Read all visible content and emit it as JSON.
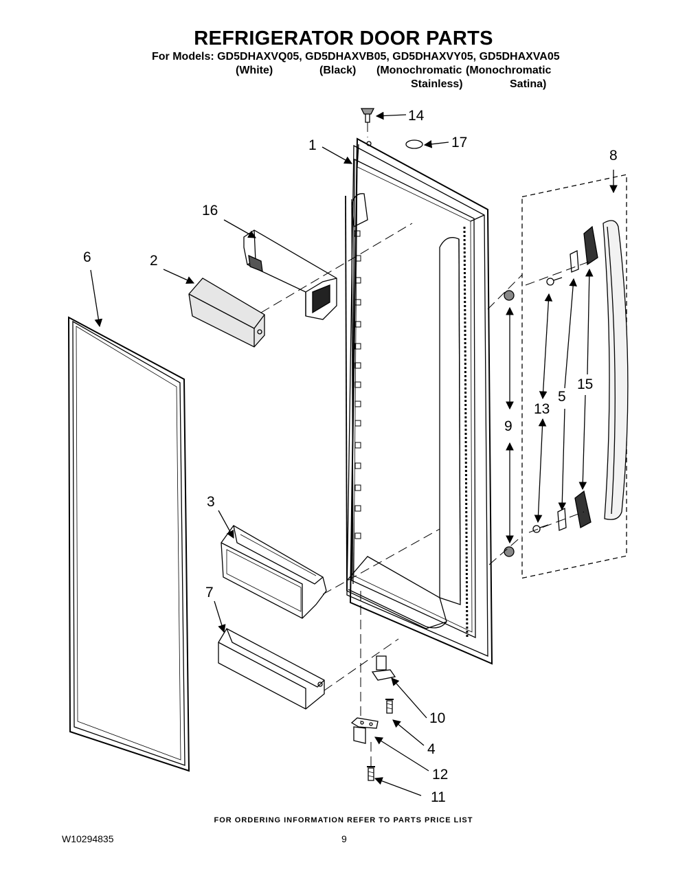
{
  "header": {
    "title": "REFRIGERATOR DOOR PARTS",
    "models_line": "For Models: GD5DHAXVQ05, GD5DHAXVB05, GD5DHAXVY05, GD5DHAXVA05",
    "variants": [
      {
        "line1": "(White)",
        "line2": ""
      },
      {
        "line1": "(Black)",
        "line2": ""
      },
      {
        "line1": "(Monochromatic",
        "line2": "Stainless)"
      },
      {
        "line1": "(Monochromatic",
        "line2": "Satina)"
      }
    ]
  },
  "part_labels": [
    "1",
    "2",
    "3",
    "4",
    "5",
    "6",
    "7",
    "8",
    "9",
    "10",
    "11",
    "12",
    "13",
    "14",
    "15",
    "16",
    "17"
  ],
  "footer": {
    "note": "FOR ORDERING INFORMATION REFER TO PARTS PRICE LIST",
    "document_number": "W10294835",
    "page_number": "9"
  }
}
